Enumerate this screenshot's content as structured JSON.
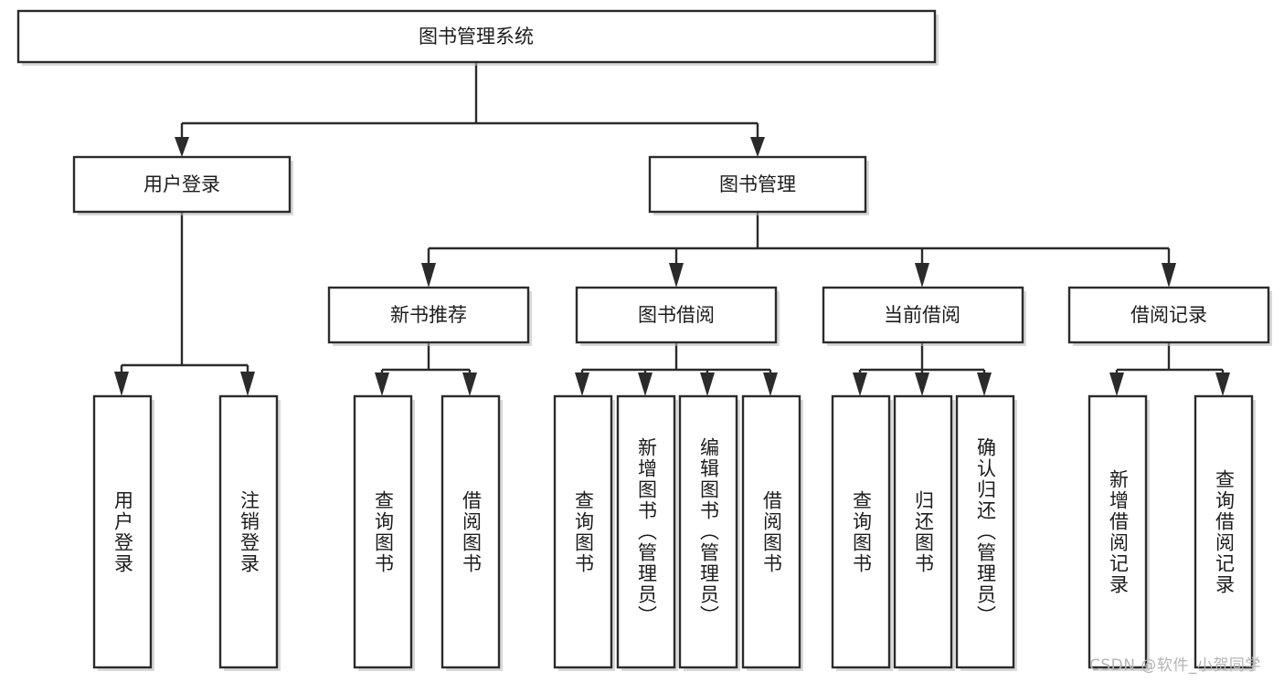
{
  "diagram": {
    "type": "tree",
    "title": "图书管理系统",
    "orientation": "top-down",
    "colors": {
      "box_stroke": "#2b2b2b",
      "box_fill": "#ffffff",
      "text": "#1c1c1c",
      "connector": "#2b2b2b",
      "watermark": "#b4b4b4",
      "background": "#ffffff"
    },
    "levels": {
      "root": {
        "label": "图书管理系统"
      },
      "level2": [
        {
          "id": "user-login",
          "label": "用户登录"
        },
        {
          "id": "book-manage",
          "label": "图书管理"
        }
      ],
      "level3": [
        {
          "id": "new-book-rec",
          "label": "新书推荐",
          "parent": "book-manage"
        },
        {
          "id": "book-borrow",
          "label": "图书借阅",
          "parent": "book-manage"
        },
        {
          "id": "current-borrow",
          "label": "当前借阅",
          "parent": "book-manage"
        },
        {
          "id": "borrow-record",
          "label": "借阅记录",
          "parent": "book-manage"
        }
      ],
      "leaves": [
        {
          "id": "leaf-user-login",
          "label": "用户登录",
          "parent": "user-login"
        },
        {
          "id": "leaf-user-logout",
          "label": "注销登录",
          "parent": "user-login"
        },
        {
          "id": "leaf-query-book-1",
          "label": "查询图书",
          "parent": "new-book-rec"
        },
        {
          "id": "leaf-borrow-book-1",
          "label": "借阅图书",
          "parent": "new-book-rec"
        },
        {
          "id": "leaf-query-book-2",
          "label": "查询图书",
          "parent": "book-borrow"
        },
        {
          "id": "leaf-add-book",
          "label": "新增图书（管理员）",
          "parent": "book-borrow"
        },
        {
          "id": "leaf-edit-book",
          "label": "编辑图书（管理员）",
          "parent": "book-borrow"
        },
        {
          "id": "leaf-borrow-book-2",
          "label": "借阅图书",
          "parent": "book-borrow"
        },
        {
          "id": "leaf-query-book-3",
          "label": "查询图书",
          "parent": "current-borrow"
        },
        {
          "id": "leaf-return-book",
          "label": "归还图书",
          "parent": "current-borrow"
        },
        {
          "id": "leaf-confirm-return",
          "label": "确认归还（管理员）",
          "parent": "current-borrow"
        },
        {
          "id": "leaf-add-record",
          "label": "新增借阅记录",
          "parent": "borrow-record"
        },
        {
          "id": "leaf-query-record",
          "label": "查询借阅记录",
          "parent": "borrow-record"
        }
      ]
    }
  },
  "watermark": {
    "text": "CSDN @软件_小贺同学"
  }
}
